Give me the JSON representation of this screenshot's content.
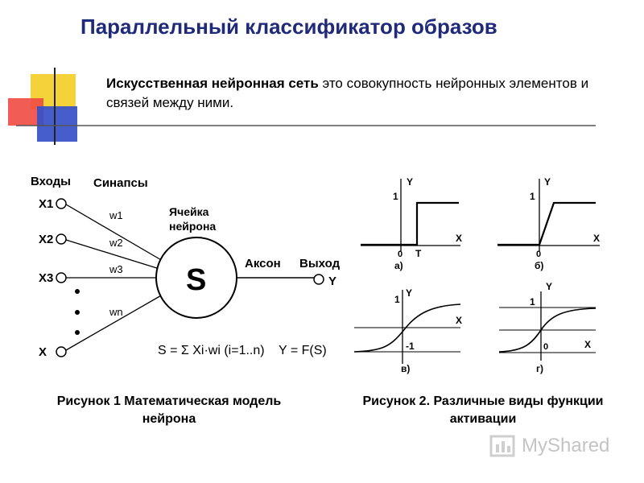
{
  "title": "Параллельный классификатор образов",
  "intro": {
    "bold": "Искусственная нейронная сеть",
    "rest": " это совокупность нейронных элементов и связей между ними."
  },
  "figure1": {
    "inputs_label": "Входы",
    "synapses_label": "Синапсы",
    "cell_label_line1": "Ячейка",
    "cell_label_line2": "нейрона",
    "soma_symbol": "S",
    "axon_label": "Аксон",
    "output_label": "Выход",
    "output_symbol": "Y",
    "inputs": [
      "X1",
      "X2",
      "X3",
      "X"
    ],
    "weights": [
      "w1",
      "w2",
      "w3",
      "wn"
    ],
    "sum_formula": "S = Σ Xi·wi (i=1..n)",
    "activation_formula": "Y = F(S)",
    "caption": "Рисунок 1 Математическая модель нейрона"
  },
  "figure2": {
    "plots": [
      {
        "id": "a",
        "label": "а)",
        "type": "step",
        "y_label": "Y",
        "x_label": "X",
        "tick_y": "1",
        "tick_origin": "0",
        "tick_x": "T"
      },
      {
        "id": "b",
        "label": "б)",
        "type": "linear-ramp",
        "y_label": "Y",
        "x_label": "X",
        "tick_y": "1",
        "tick_origin": "0"
      },
      {
        "id": "v",
        "label": "в)",
        "type": "tanh",
        "y_label": "Y",
        "x_label": "X",
        "tick_y": "1",
        "tick_neg": "-1"
      },
      {
        "id": "g",
        "label": "г)",
        "type": "sigmoid",
        "y_label": "Y",
        "x_label": "X",
        "tick_y": "1",
        "tick_origin": "0"
      }
    ],
    "caption": "Рисунок 2. Различные виды функции активации"
  },
  "watermark": "MyShared",
  "colors": {
    "title": "#1f2a7a",
    "deco_yellow": "#f5d23a",
    "deco_red": "#ef4b43",
    "deco_blue": "#3550c8"
  }
}
